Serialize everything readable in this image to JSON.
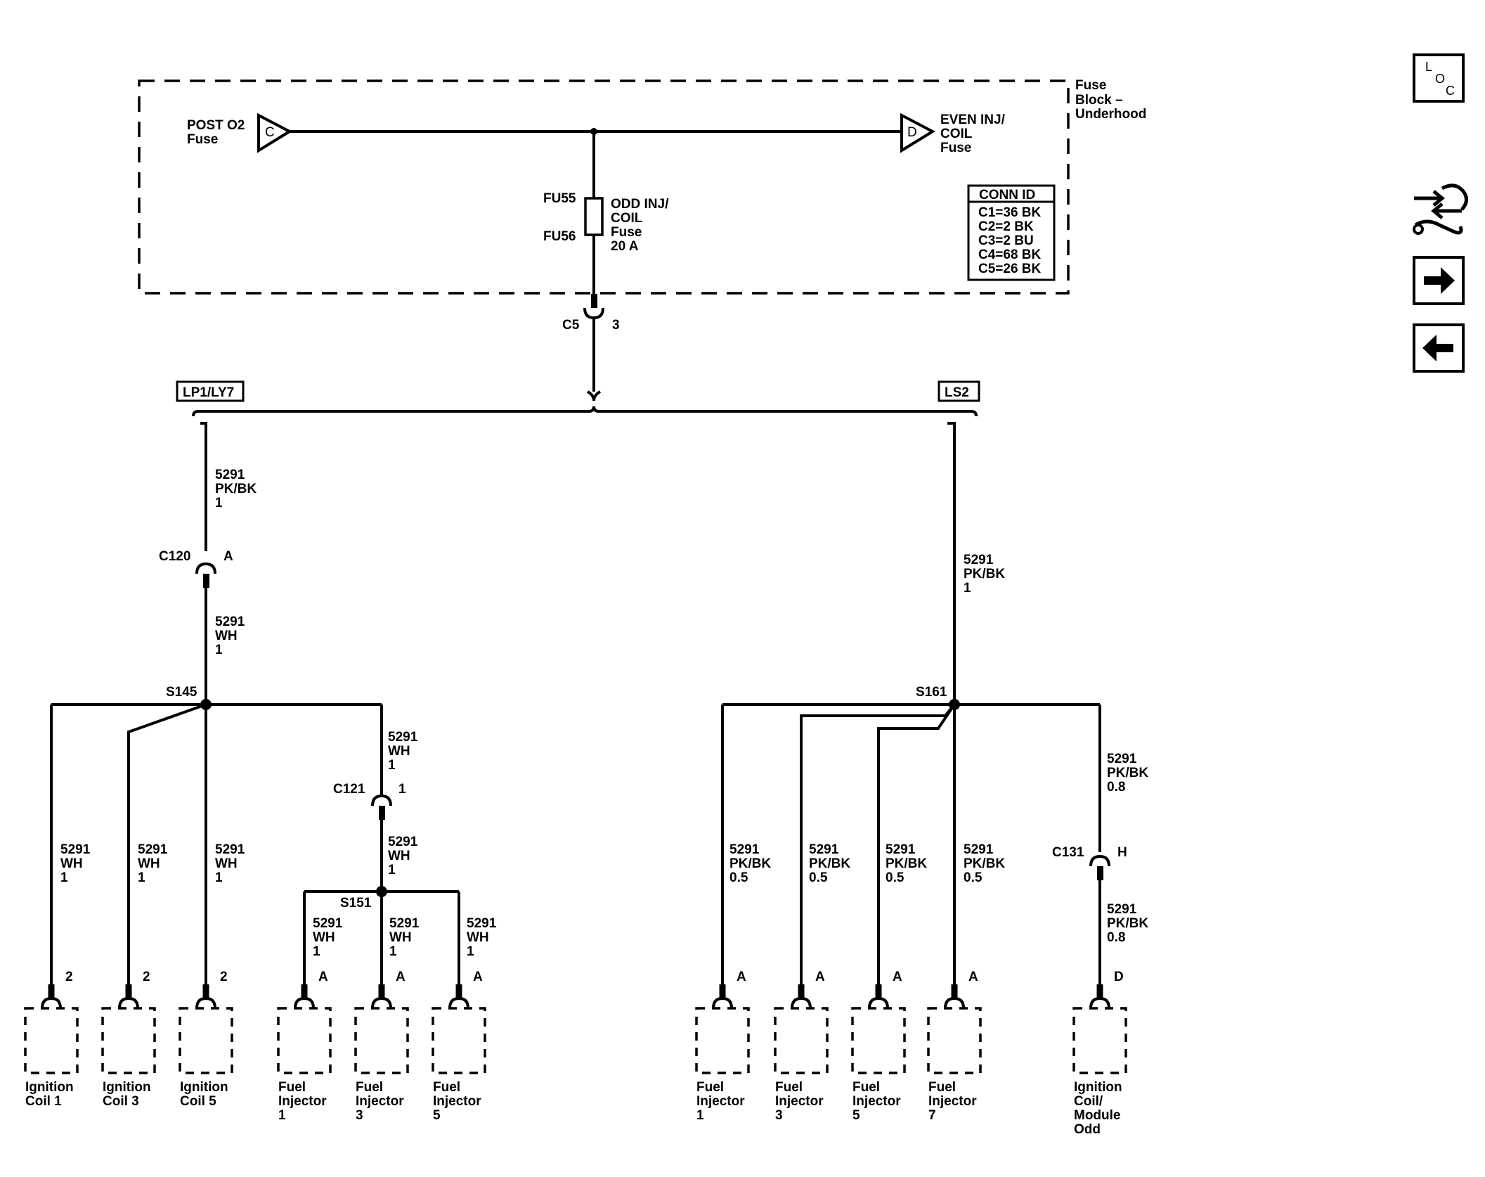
{
  "fuse_block": {
    "title_lines": [
      "Fuse",
      "Block –",
      "Underhood"
    ],
    "post_o2": {
      "letter": "C",
      "lines": [
        "POST O2",
        "Fuse"
      ]
    },
    "even_inj": {
      "letter": "D",
      "lines": [
        "EVEN INJ/",
        "COIL",
        "Fuse"
      ]
    },
    "odd_fuse": {
      "top_id": "FU55",
      "bottom_id": "FU56",
      "lines": [
        "ODD INJ/",
        "COIL",
        "Fuse",
        "20 A"
      ]
    },
    "conn_id": {
      "header": "CONN ID",
      "rows": [
        "C1=36 BK",
        "C2=2 BK",
        "C3=2 BU",
        "C4=68 BK",
        "C5=26 BK"
      ]
    }
  },
  "c5": {
    "name": "C5",
    "pin": "3"
  },
  "options": {
    "left": "LP1/LY7",
    "right": "LS2"
  },
  "left": {
    "upper_wire": [
      "5291",
      "PK/BK",
      "1"
    ],
    "c120": {
      "name": "C120",
      "pin": "A"
    },
    "lower_wire": [
      "5291",
      "WH",
      "1"
    ],
    "splice": "S145",
    "c121_wire_above": [
      "5291",
      "WH",
      "1"
    ],
    "c121": {
      "name": "C121",
      "pin": "1"
    },
    "c121_wire_below": [
      "5291",
      "WH",
      "1"
    ],
    "splice2": "S151",
    "coil_wires": [
      [
        "5291",
        "WH",
        "1"
      ],
      [
        "5291",
        "WH",
        "1"
      ],
      [
        "5291",
        "WH",
        "1"
      ]
    ],
    "injector_wires": [
      [
        "5291",
        "WH",
        "1"
      ],
      [
        "5291",
        "WH",
        "1"
      ],
      [
        "5291",
        "WH",
        "1"
      ]
    ],
    "components": [
      {
        "pin": "2",
        "lines": [
          "Ignition",
          "Coil 1"
        ],
        "bold": false
      },
      {
        "pin": "2",
        "lines": [
          "Ignition",
          "Coil 3"
        ],
        "bold": false
      },
      {
        "pin": "2",
        "lines": [
          "Ignition",
          "Coil 5"
        ],
        "bold": false
      },
      {
        "pin": "A",
        "lines": [
          "Fuel",
          "Injector",
          "1"
        ],
        "bold": true
      },
      {
        "pin": "A",
        "lines": [
          "Fuel",
          "Injector",
          "3"
        ],
        "bold": true
      },
      {
        "pin": "A",
        "lines": [
          "Fuel",
          "Injector",
          "5"
        ],
        "bold": true
      }
    ]
  },
  "right": {
    "upper_wire": [
      "5291",
      "PK/BK",
      "1"
    ],
    "splice": "S161",
    "injector_wires": [
      [
        "5291",
        "PK/BK",
        "0.5"
      ],
      [
        "5291",
        "PK/BK",
        "0.5"
      ],
      [
        "5291",
        "PK/BK",
        "0.5"
      ],
      [
        "5291",
        "PK/BK",
        "0.5"
      ]
    ],
    "c131_wire_above": [
      "5291",
      "PK/BK",
      "0.8"
    ],
    "c131": {
      "name": "C131",
      "pin": "H"
    },
    "c131_wire_below": [
      "5291",
      "PK/BK",
      "0.8"
    ],
    "components": [
      {
        "pin": "A",
        "lines": [
          "Fuel",
          "Injector",
          "1"
        ],
        "bold": true
      },
      {
        "pin": "A",
        "lines": [
          "Fuel",
          "Injector",
          "3"
        ],
        "bold": false
      },
      {
        "pin": "A",
        "lines": [
          "Fuel",
          "Injector",
          "5"
        ],
        "bold": false
      },
      {
        "pin": "A",
        "lines": [
          "Fuel",
          "Injector",
          "7"
        ],
        "bold": false
      },
      {
        "pin": "D",
        "lines": [
          "Ignition",
          "Coil/",
          "Module",
          "Odd"
        ],
        "bold": false
      }
    ]
  },
  "nav": {
    "loc": {
      "l": "L",
      "o": "O",
      "c": "C"
    },
    "icons": [
      "connector-view-icon",
      "next-page-icon",
      "previous-page-icon"
    ]
  }
}
